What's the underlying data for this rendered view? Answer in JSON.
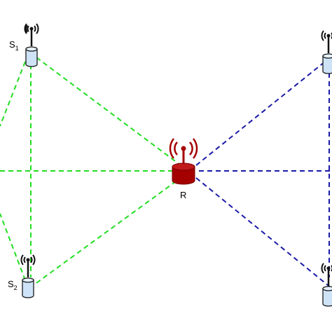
{
  "diagram": {
    "colors": {
      "source_links": "#22dd22",
      "dest_links": "#1a1aa6",
      "relay_body": "#a50000",
      "terminal_body": "#cfe3f7",
      "terminal_outline": "#1a1a1a"
    },
    "nodes": {
      "s1": {
        "letter": "S",
        "sub": "1",
        "icon": "antenna-terminal-icon"
      },
      "s2": {
        "letter": "S",
        "sub": "2",
        "icon": "antenna-terminal-icon"
      },
      "relay": {
        "label": "R",
        "icon": "relay-router-icon"
      },
      "d1": {
        "icon": "antenna-terminal-icon"
      },
      "d2": {
        "icon": "antenna-terminal-icon"
      }
    }
  }
}
